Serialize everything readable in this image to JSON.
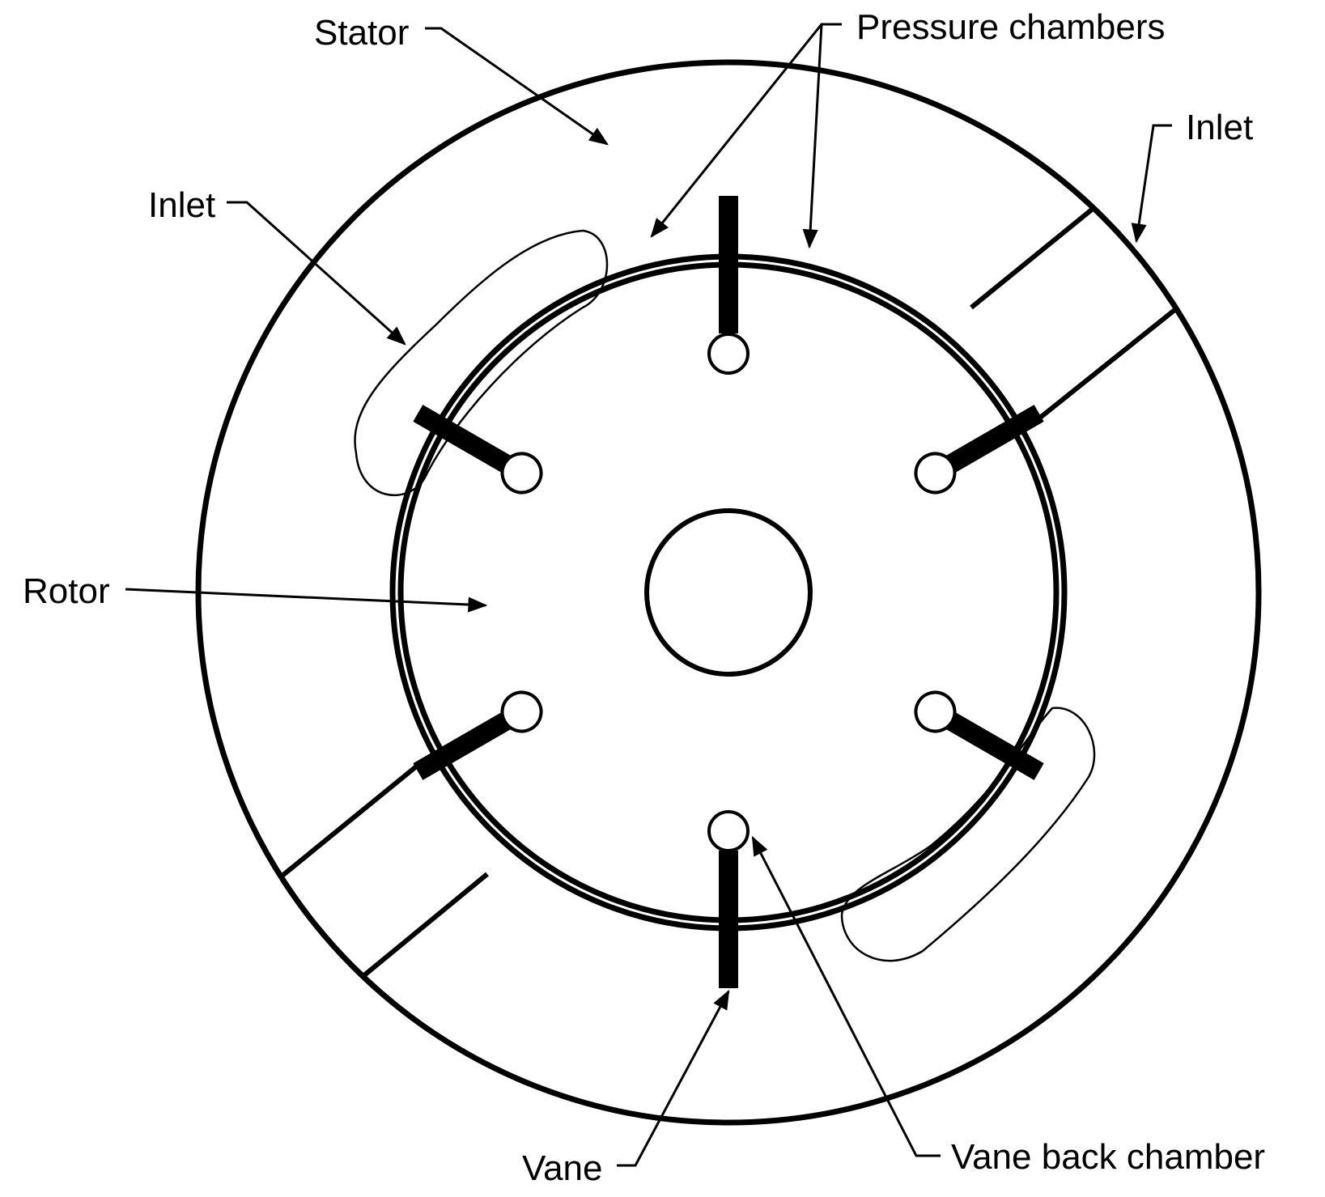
{
  "labels": {
    "stator": "Stator",
    "pressure_chambers": "Pressure chambers",
    "inlet_right": "Inlet",
    "inlet_left": "Inlet",
    "rotor": "Rotor",
    "vane": "Vane",
    "vane_back_chamber": "Vane back chamber"
  },
  "vane_count": 6
}
